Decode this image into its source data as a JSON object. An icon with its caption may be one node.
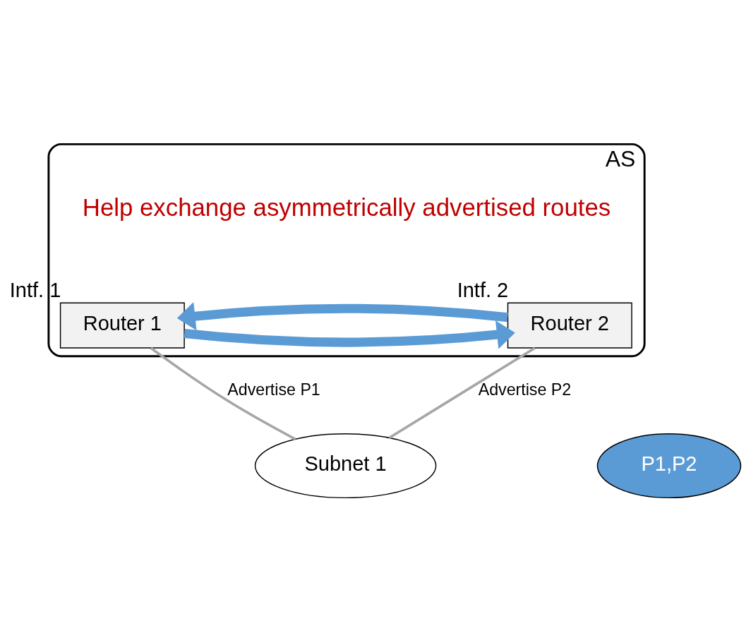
{
  "diagram": {
    "nodes": [
      {
        "text": [
          "AS"
        ]
      },
      {
        "text": [
          "Router 1"
        ],
        "in": 0,
        "beside": [
          "Intf. 1"
        ]
      },
      {
        "text": [
          "Router 2"
        ],
        "in": 0,
        "beside": [
          "Intf. 2"
        ]
      },
      {
        "text": [
          "Subnet 1"
        ]
      },
      {
        "text": [
          "P1,P2"
        ]
      }
    ],
    "edges": [
      {
        "from": 1,
        "to": 2,
        "arrow": "to",
        "style": "thick",
        "color": "#5b9bd5"
      },
      {
        "from": 2,
        "to": 1,
        "arrow": "to",
        "style": "thick",
        "color": "#5b9bd5"
      },
      {
        "from": 1,
        "to": 3,
        "arrow": "none",
        "label": "Advertise P1",
        "color": "#a6a6a6"
      },
      {
        "from": 2,
        "to": 3,
        "arrow": "none",
        "label": "Advertise P2",
        "color": "#a6a6a6"
      }
    ],
    "labels": [
      "Help exchange asymmetrically advertised routes"
    ]
  }
}
